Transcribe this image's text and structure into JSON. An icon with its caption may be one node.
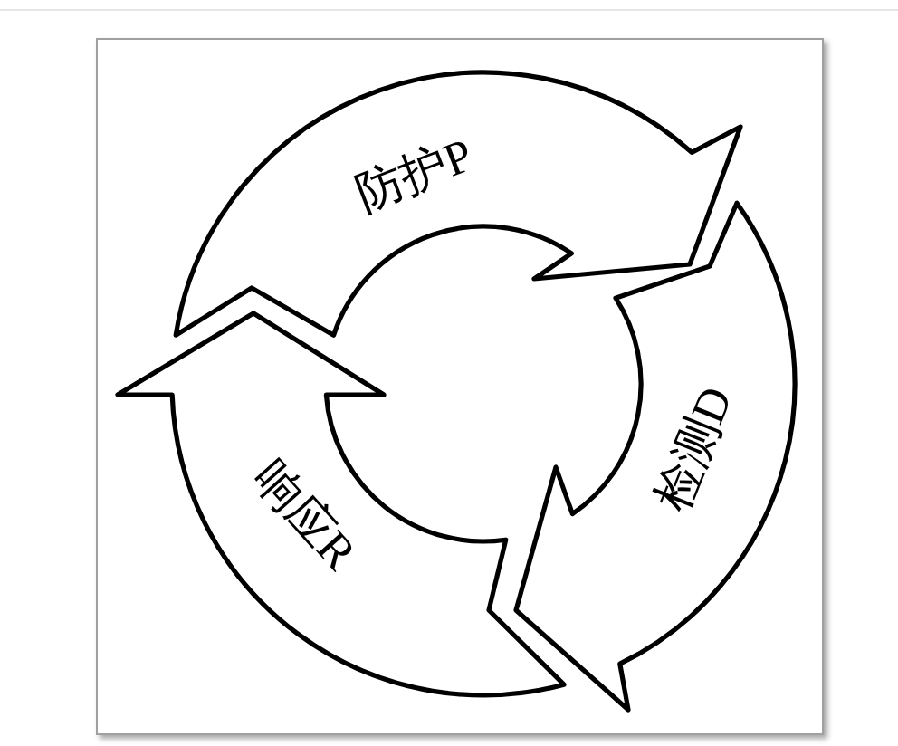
{
  "diagram": {
    "nodes": [
      {
        "text": [
          "防护P"
        ]
      },
      {
        "text": [
          "检测D"
        ]
      },
      {
        "text": [
          "响应R"
        ]
      }
    ]
  }
}
